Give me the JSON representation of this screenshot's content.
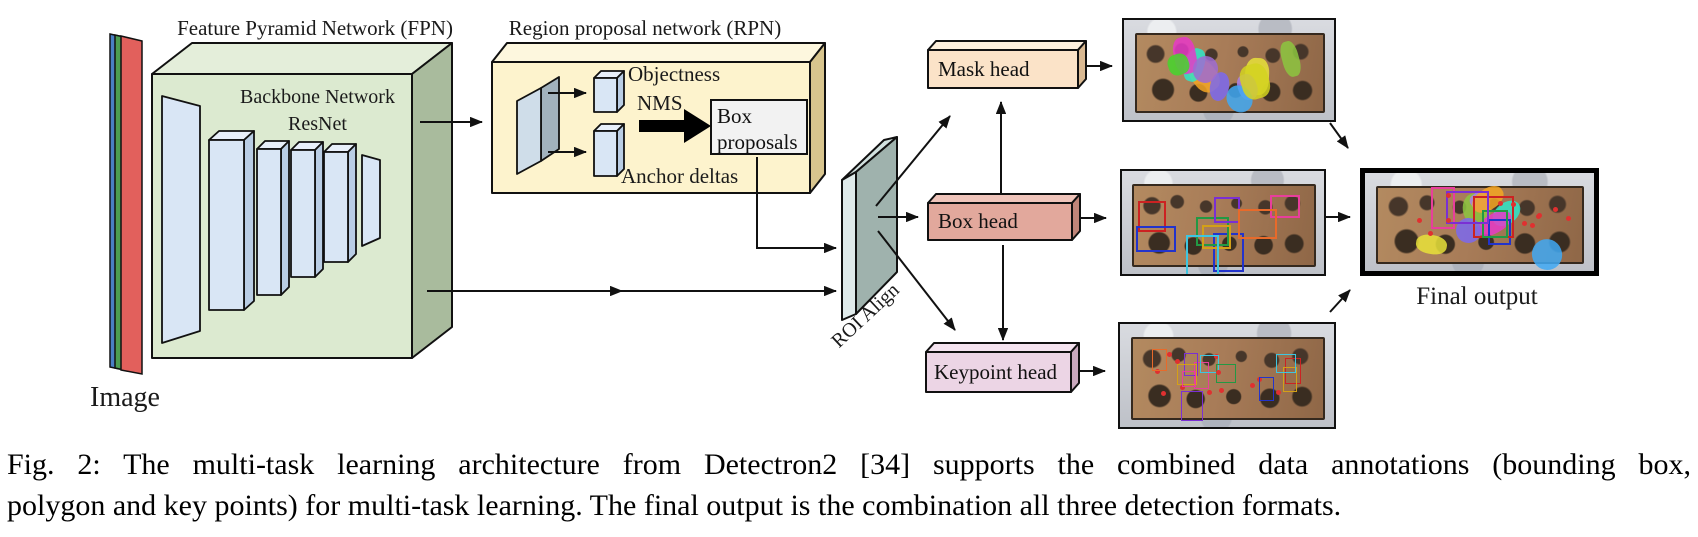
{
  "colors": {
    "fpn_fill": "#dcead0",
    "fpn_top": "#e4eeda",
    "fpn_side": "#a9bb9d",
    "rpn_fill": "#fdf3cd",
    "rpn_top": "#fdf7de",
    "rpn_side": "#d8c58e",
    "slab_fill": "#d9e6f5",
    "slab_top": "#e8effa",
    "slab_side": "#b9cde4",
    "gray_slab_front": "#cfdde9",
    "gray_slab_side": "#a2b2bd",
    "roi_front": "#dfeaea",
    "roi_top": "#d3e2e0",
    "roi_side": "#9fb2ad",
    "mask_head_fill": "#fbe3c8",
    "mask_head_top": "#fdf0dd",
    "mask_head_side": "#d9b992",
    "box_head_fill": "#e2a89c",
    "box_head_top": "#efc4ba",
    "box_head_side": "#c08579",
    "keypoint_head_fill": "#ecd5e5",
    "keypoint_head_top": "#f4e3ef",
    "keypoint_head_side": "#c9a8bd",
    "box_proposals_fill": "#f2f2f2",
    "photo_bg": "#cfd1d6",
    "engine_body": "#a87c58",
    "keypoint_color": "#e03030",
    "image_bars": [
      "#4a7fc4",
      "#4d9e52",
      "#e2605c"
    ],
    "mask_colors": [
      "#e8e23a",
      "#8cc63f",
      "#a97fe8",
      "#3fa9f5",
      "#f5a623",
      "#2ee6c8",
      "#e838c8",
      "#7b68ee",
      "#d4d420",
      "#44d62c",
      "#9e6bd4",
      "#35c7e8"
    ],
    "bbox_colors": [
      "#2233cc",
      "#cc2222",
      "#229944",
      "#e83e9c",
      "#7a2fd4",
      "#d4a017",
      "#3ec6e0",
      "#e86a2a"
    ]
  },
  "diagram": {
    "image_label": "Image",
    "fpn": {
      "title": "Feature Pyramid Network (FPN)",
      "backbone_line1": "Backbone Network",
      "backbone_line2": "ResNet"
    },
    "rpn": {
      "title": "Region proposal network (RPN)",
      "objectness_label": "Objectness",
      "nms_label": "NMS",
      "anchor_deltas_label": "Anchor deltas",
      "box_proposals_label": "Box proposals"
    },
    "roi_align_label": "ROI Align",
    "heads": {
      "mask": "Mask head",
      "box": "Box head",
      "keypoint": "Keypoint head"
    },
    "final_output_label": "Final output",
    "outputs": [
      {
        "name": "mask-head-output",
        "annotation": "mask"
      },
      {
        "name": "box-head-output",
        "annotation": "bbox"
      },
      {
        "name": "keypoint-head-output",
        "annotation": "keypoint"
      },
      {
        "name": "final-output",
        "annotation": "combined"
      }
    ]
  },
  "caption": {
    "line1": "Fig. 2: The multi-task learning architecture from Detectron2 [34] supports the combined data annotations (bounding box,",
    "line2": "polygon and key points) for multi-task learning. The final output is the combination all three detection formats."
  }
}
